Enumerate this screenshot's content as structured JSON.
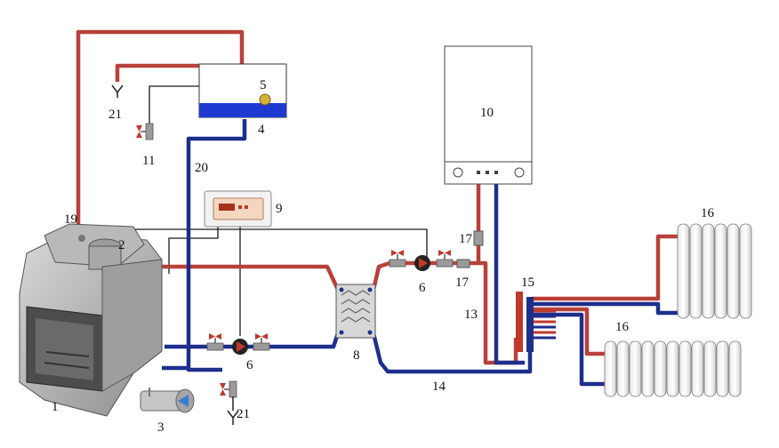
{
  "diagram": {
    "labels": {
      "n1": "1",
      "n2": "2",
      "n3": "3",
      "n4": "4",
      "n5": "5",
      "n6a": "6",
      "n6b": "6",
      "n8": "8",
      "n9": "9",
      "n10": "10",
      "n11": "11",
      "n13": "13",
      "n14": "14",
      "n15": "15",
      "n16a": "16",
      "n16b": "16",
      "n17a": "17",
      "n17b": "17",
      "n19": "19",
      "n20": "20",
      "n21a": "21",
      "n21b": "21"
    },
    "colors": {
      "hot_pipe": "#b8413a",
      "cold_pipe": "#1d2e8c",
      "control_wire": "#1a1a1a",
      "valve": "#c0392b",
      "tank_water": "#1f3ad1",
      "float": "#d4b23a"
    },
    "icons": {
      "fireplace": "fireplace-insert-icon",
      "gas_boiler": "wall-boiler-icon",
      "heat_exchanger": "plate-heat-exchanger-icon",
      "controller": "controller-panel-icon",
      "radiator": "radiator-icon",
      "pump": "circulation-pump-icon",
      "valve": "ball-valve-icon",
      "manifold": "distribution-manifold-icon",
      "expansion_tank": "open-expansion-tank-icon",
      "air_intake": "air-intake-icon",
      "drain": "drain-funnel-icon"
    }
  }
}
